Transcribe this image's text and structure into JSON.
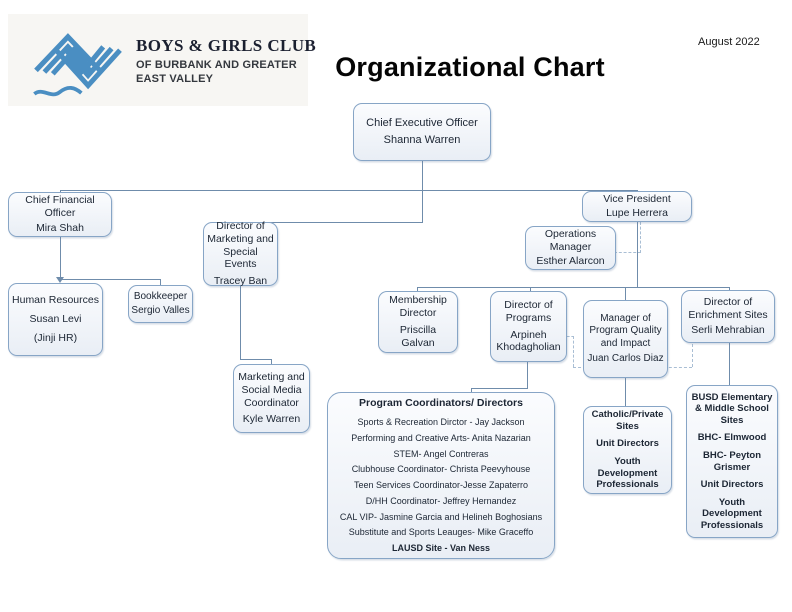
{
  "meta": {
    "title": "Organizational Chart",
    "date_label": "August 2022"
  },
  "logo": {
    "org_name": "BOYS & GIRLS CLUB",
    "org_sub1": "OF BURBANK AND GREATER",
    "org_sub2": "EAST VALLEY",
    "icon": "interlocking-hands-icon"
  },
  "colors": {
    "brand_blue": "#4a8ec2",
    "box_border": "#87a5c6",
    "box_fill": "#eef2f8",
    "connector": "#6f8cab",
    "dashed_connector": "#a9bed4",
    "text": "#1c2634"
  },
  "nodes": {
    "ceo": {
      "title": "Chief Executive Officer",
      "name": "Shanna Warren"
    },
    "cfo": {
      "title": "Chief Financial Officer",
      "name": "Mira Shah"
    },
    "vp": {
      "title": "Vice President",
      "name": "Lupe Herrera"
    },
    "marketing_director": {
      "title": "Director of Marketing and Special Events",
      "name": "Tracey Ban"
    },
    "operations_manager": {
      "title": "Operations Manager",
      "name": "Esther Alarcon"
    },
    "human_resources": {
      "title": "Human Resources",
      "name": "Susan Levi",
      "note": "(Jinji HR)"
    },
    "bookkeeper": {
      "title": "Bookkeeper",
      "name": "Sergio Valles"
    },
    "membership_director": {
      "title": "Membership Director",
      "name": "Priscilla Galvan"
    },
    "director_of_programs": {
      "title": "Director of Programs",
      "name": "Arpineh Khodagholian"
    },
    "program_quality_manager": {
      "title": "Manager of Program Quality and Impact",
      "name": "Juan Carlos Diaz"
    },
    "enrichment_sites_director": {
      "title": "Director of Enrichment Sites",
      "name": "Serli Mehrabian"
    },
    "marketing_coordinator": {
      "title": "Marketing and Social Media Coordinator",
      "name": "Kyle Warren"
    },
    "program_coordinators": {
      "title": "Program Coordinators/ Directors",
      "members": [
        "Sports & Recreation Dirctor - Jay Jackson",
        "Performing and Creative Arts- Anita Nazarian",
        "STEM- Angel Contreras",
        "Clubhouse Coordinator- Christa Peevyhouse",
        "Teen Services Coordinator-Jesse Zapaterro",
        "D/HH Coordinator- Jeffrey Hernandez",
        "CAL VIP- Jasmine Garcia and Helineh Boghosians",
        "Substitute and Sports Leauges- Mike Graceffo"
      ],
      "footer": "LAUSD Site - Van Ness"
    },
    "catholic_private_sites": {
      "lines": [
        "Catholic/Private Sites",
        "Unit Directors",
        "Youth Development Professionals"
      ]
    },
    "busd_sites": {
      "lines": [
        "BUSD Elementary & Middle School Sites",
        "BHC- Elmwood",
        "BHC- Peyton Grismer",
        "Unit Directors",
        "Youth Development Professionals"
      ]
    }
  }
}
